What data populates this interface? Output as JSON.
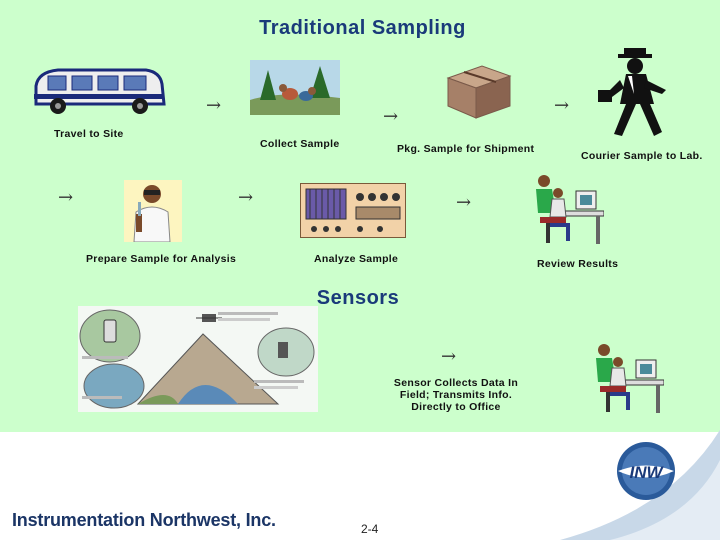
{
  "titles": {
    "traditional": "Traditional Sampling",
    "sensors": "Sensors"
  },
  "steps": {
    "travel": "Travel to Site",
    "collect": "Collect Sample",
    "package": "Pkg. Sample for Shipment",
    "courier": "Courier Sample to Lab.",
    "prepare": "Prepare Sample for Analysis",
    "analyze": "Analyze Sample",
    "review": "Review Results",
    "sensor": "Sensor Collects Data In Field; Transmits Info. Directly to Office"
  },
  "arrow_glyph": "→",
  "footer": {
    "company": "Instrumentation Northwest, Inc.",
    "page": "2-4",
    "logo_text": "INW"
  },
  "colors": {
    "background": "#ccffcc",
    "title": "#1a3a7a",
    "footer_text": "#1b3566"
  }
}
